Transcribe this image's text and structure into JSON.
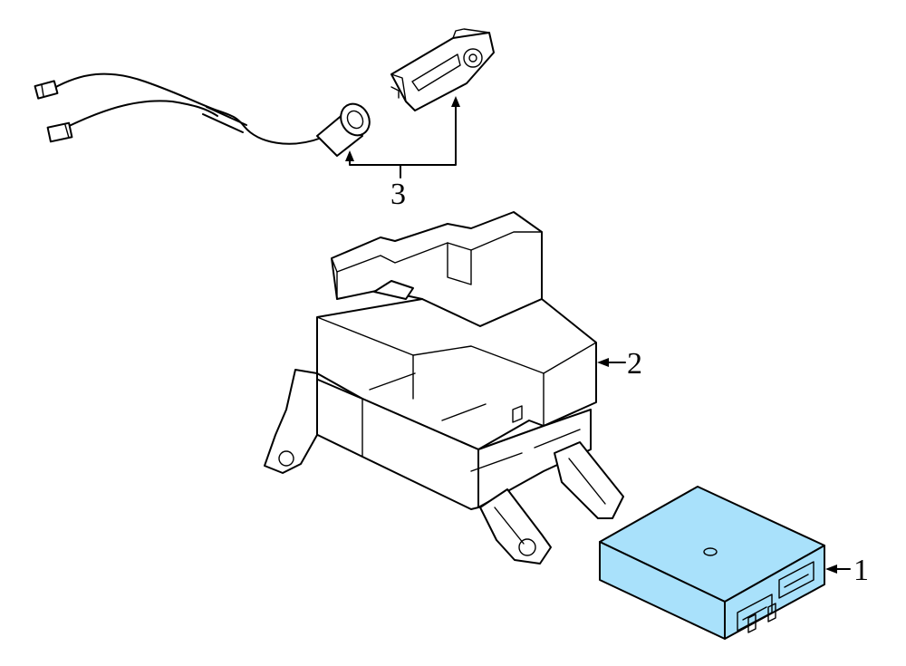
{
  "callouts": {
    "part1": "1",
    "part2": "2",
    "part3": "3"
  },
  "colors": {
    "highlight": "#a9e1fb",
    "line": "#000000",
    "background": "#ffffff"
  }
}
